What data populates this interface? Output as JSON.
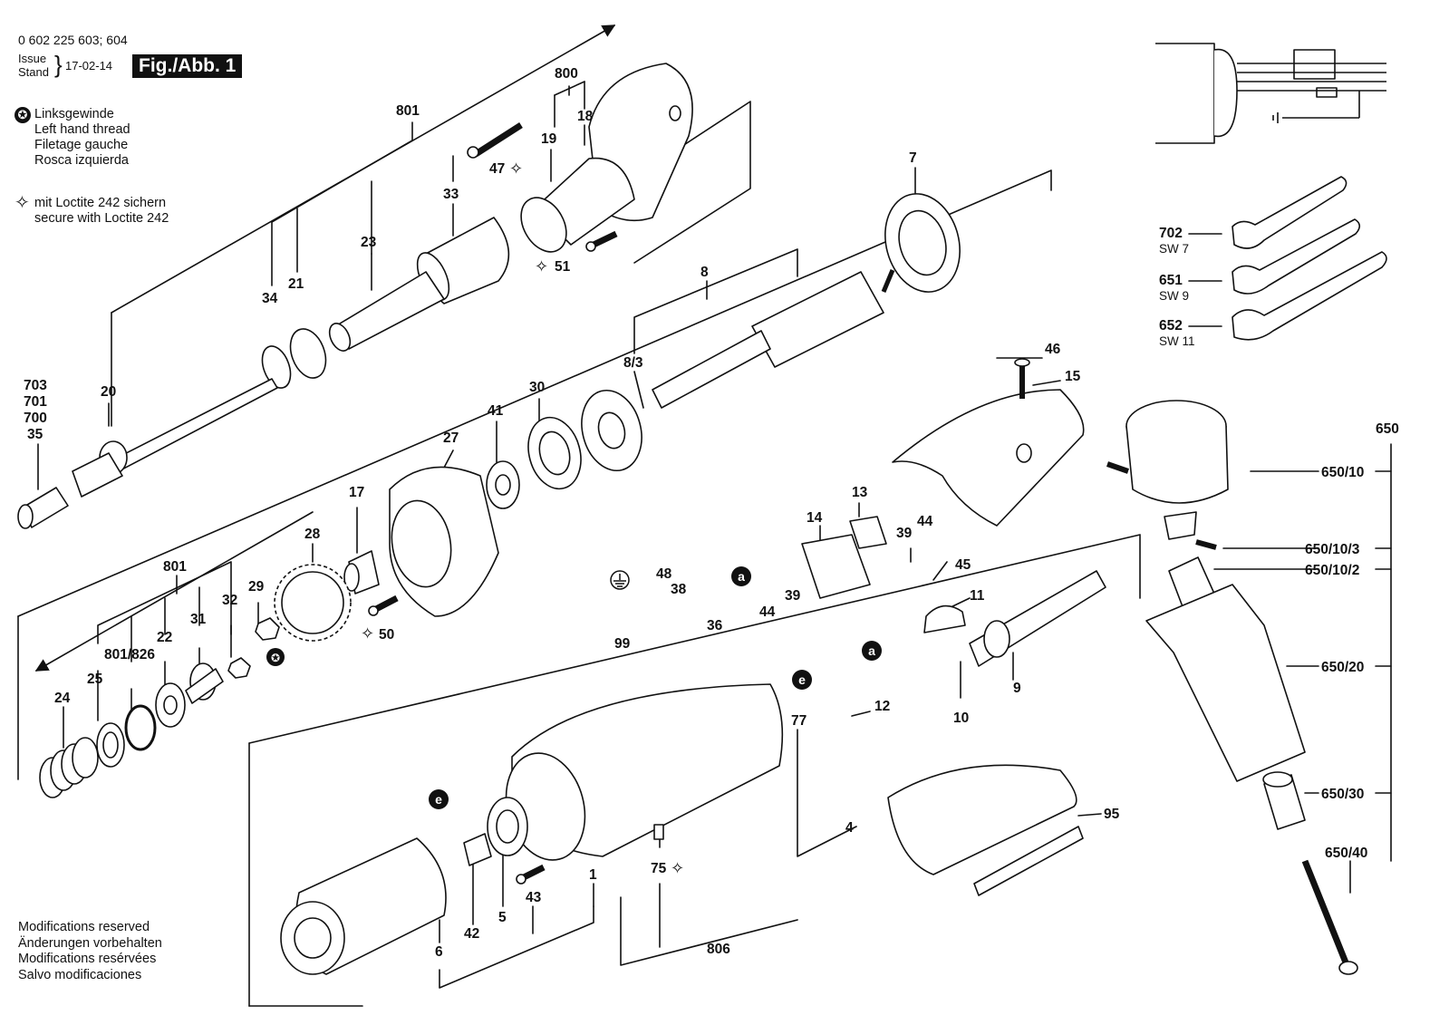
{
  "header": {
    "part_number": "0 602 225 603; 604",
    "issue_label": "Issue",
    "stand_label": "Stand",
    "date": "17-02-14",
    "figure": "Fig./Abb. 1"
  },
  "legend": {
    "left_thread": [
      "Linksgewinde",
      "Left hand thread",
      "Filetage gauche",
      "Rosca izquierda"
    ],
    "loctite": [
      "mit Loctite 242 sichern",
      "secure with Loctite 242"
    ]
  },
  "footer": [
    "Modifications reserved",
    "Änderungen vorbehalten",
    "Modifications resérvées",
    "Salvo modificaciones"
  ],
  "parts": {
    "p801a": "801",
    "p800": "800",
    "p18": "18",
    "p19": "19",
    "p33": "33",
    "p47": "47",
    "p23": "23",
    "p34": "34",
    "p21": "21",
    "p51": "51",
    "p7": "7",
    "p8": "8",
    "p8_3": "8/3",
    "p703": "703",
    "p701": "701",
    "p700": "700",
    "p35": "35",
    "p20": "20",
    "p30": "30",
    "p41": "41",
    "p27": "27",
    "p17": "17",
    "p28": "28",
    "p801b": "801",
    "p29": "29",
    "p32": "32",
    "p22": "22",
    "p31": "31",
    "p801_826": "801/826",
    "p25": "25",
    "p24": "24",
    "p50": "50",
    "p48": "48",
    "p38": "38",
    "p36": "36",
    "p99": "99",
    "p14": "14",
    "p13": "13",
    "p39a": "39",
    "p44a": "44",
    "p45": "45",
    "p11": "11",
    "p44b": "44",
    "p39b": "39",
    "p46": "46",
    "p15": "15",
    "p9": "9",
    "p10": "10",
    "p77": "77",
    "p12": "12",
    "p4": "4",
    "p95": "95",
    "p75": "75",
    "p806": "806",
    "p1": "1",
    "p43": "43",
    "p5": "5",
    "p42": "42",
    "p6": "6",
    "p702": "702",
    "sw7": "SW 7",
    "p651": "651",
    "sw9": "SW 9",
    "p652": "652",
    "sw11": "SW 11",
    "p650": "650",
    "p650_10": "650/10",
    "p650_10_3": "650/10/3",
    "p650_10_2": "650/10/2",
    "p650_20": "650/20",
    "p650_30": "650/30",
    "p650_40": "650/40",
    "conn_a": "a",
    "conn_e": "e"
  },
  "icons": [
    "left-thread-star-icon",
    "loctite-star-icon",
    "ground-symbol-icon"
  ]
}
